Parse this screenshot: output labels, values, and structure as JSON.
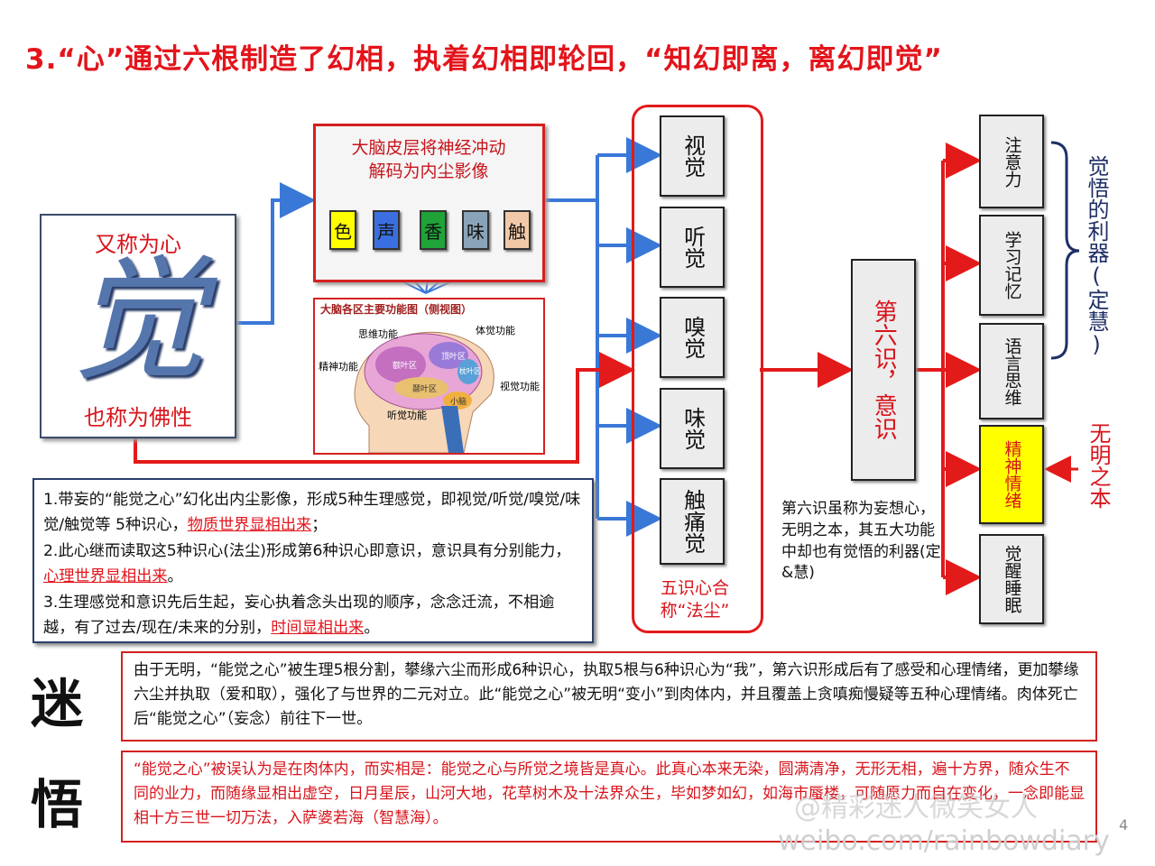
{
  "title": "3.“心”通过六根制造了幻相，执着幻相即轮回，“知幻即离，离幻即觉”",
  "heart": {
    "top": "又称为心",
    "glyph": "觉",
    "bottom": "也称为佛性"
  },
  "cortex": {
    "line1": "大脑皮层将神经冲动",
    "line2": "解码为内尘影像",
    "chips": [
      {
        "label": "色",
        "color": "#ffff00"
      },
      {
        "label": "声",
        "color": "#3b6fe0"
      },
      {
        "label": "香",
        "color": "#1fa339"
      },
      {
        "label": "味",
        "color": "#8aa3b8"
      },
      {
        "label": "触",
        "color": "#f2c9a8"
      }
    ]
  },
  "brain": {
    "header": "大脑各区主要功能图（侧视图）",
    "labels": [
      "思维功能",
      "体觉功能",
      "精神功能",
      "视觉功能",
      "听觉功能",
      "额叶区",
      "顶叶区",
      "颞叶区",
      "枕叶区",
      "小脑"
    ]
  },
  "senses": [
    "视觉",
    "听觉",
    "嗅觉",
    "味觉",
    "触痛觉"
  ],
  "sense_frame_caption": {
    "line1": "五识心合",
    "line2": "称“法尘”"
  },
  "sixth": {
    "label": "第六识，意识"
  },
  "sixth_note": "第六识虽称为妄想心，无明之本，其五大功能中却也有觉悟的利器(定&慧)",
  "functions": [
    {
      "label": "注意力",
      "highlight": false
    },
    {
      "label": "学习记忆",
      "highlight": false
    },
    {
      "label": "语言思维",
      "highlight": false
    },
    {
      "label": "精神情绪",
      "highlight": true
    },
    {
      "label": "觉醒睡眠",
      "highlight": false
    }
  ],
  "brace_label": "觉悟的利器(定慧)",
  "wuming_label": "无明之本",
  "notes": {
    "p1_pre": "1.带妄的“能觉之心”幻化出内尘影像，形成5种生理感觉，即视觉/听觉/嗅觉/味觉/触觉等 5种识心，",
    "p1_u": "物质世界显相出来",
    "p1_post": "；",
    "p2_pre": "2.此心继而读取这5种识心(法尘)形成第6种识心即意识，意识具有分别能力，",
    "p2_u": "心理世界显相出来",
    "p2_post": "。",
    "p3_pre": "3.生理感觉和意识先后生起，妄心执着念头出现的顺序，念念迁流，不相逾越，有了过去/现在/未来的分别，",
    "p3_u": "时间显相出来",
    "p3_post": "。"
  },
  "mi": {
    "char": "迷",
    "text": "由于无明，“能觉之心”被生理5根分割，攀缘六尘而形成6种识心，执取5根与6种识心为“我”，第六识形成后有了感受和心理情绪，更加攀缘六尘并执取（爱和取），强化了与世界的二元对立。此“能觉之心”被无明“变小”到肉体内，并且覆盖上贪嗔痴慢疑等五种心理情绪。肉体死亡后“能觉之心”（妄念）前往下一世。"
  },
  "wu": {
    "char": "悟",
    "text": "“能觉之心”被误认为是在肉体内，而实相是：能觉之心与所觉之境皆是真心。此真心本来无染，圆满清净，无形无相，遍十方界，随众生不同的业力，而随缘显相出虚空，日月星辰，山河大地，花草树木及十法界众生，毕如梦如幻，如海市蜃楼，可随愿力而自在变化，一念即能显相十方三世一切万法，入萨婆若海（智慧海）。"
  },
  "page_number": "4",
  "watermark": "weibo.com/rainbowdiary",
  "watermark2": "@精彩迷人微笑女人",
  "colors": {
    "red": "#e3141b",
    "blue": "#3a78d8",
    "navy": "#1f2f66",
    "yellow": "#ffff00"
  }
}
